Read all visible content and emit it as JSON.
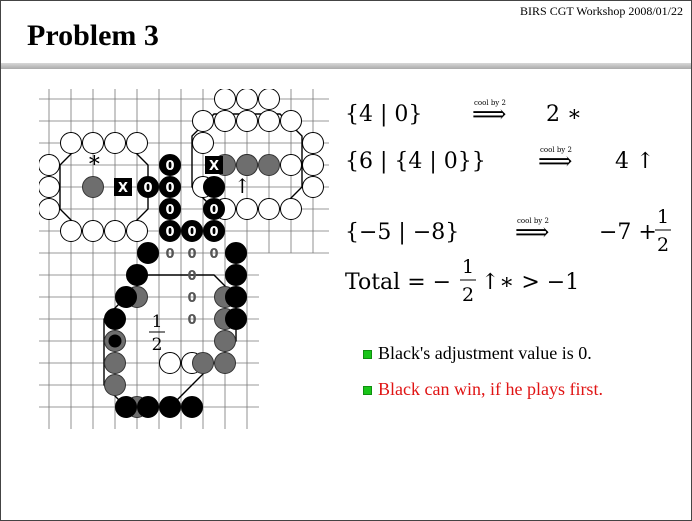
{
  "header": {
    "workshop": "BIRS CGT Workshop 2008/01/22",
    "title": "Problem 3"
  },
  "board": {
    "label_star": "∗",
    "label_up": "↑",
    "label_half_num": "1",
    "label_half_den": "2",
    "mark_x": "X",
    "mark_zero": "0"
  },
  "math": {
    "cool_label": "cool by 2",
    "eq1_left": "{4 | 0}",
    "eq1_right": "2 ∗",
    "eq2_left": "{6 | {4 | 0}}",
    "eq2_right": "4 ↑",
    "eq3_left": "{−5 | −8}",
    "eq3_right": "−7 +",
    "eq3_num": "1",
    "eq3_den": "2",
    "total_left": "Total = −",
    "total_num": "1",
    "total_den": "2",
    "total_right": "↑∗  >  −1"
  },
  "bullets": [
    {
      "text": "Black's adjustment value is 0."
    },
    {
      "text": "Black can win,  if he plays first."
    }
  ],
  "colors": {
    "bullet": "#19c519",
    "highlight": "#e01414"
  }
}
